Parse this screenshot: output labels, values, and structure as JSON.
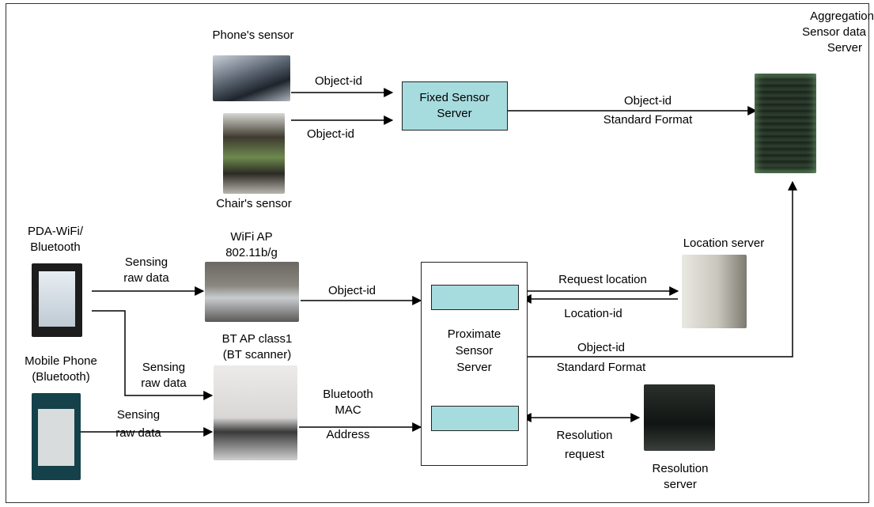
{
  "nodes": {
    "phone_sensor": "Phone's sensor",
    "chair_sensor": "Chair's sensor",
    "fixed_server": [
      "Fixed Sensor",
      "Server"
    ],
    "aggregation": [
      "Aggregation",
      "Sensor data",
      "Server"
    ],
    "pda": [
      "PDA-WiFi/",
      "Bluetooth"
    ],
    "wifi_ap": [
      "WiFi AP",
      "802.11b/g"
    ],
    "bt_ap": [
      "BT AP class1",
      "(BT scanner)"
    ],
    "mobile": [
      "Mobile Phone",
      "(Bluetooth)"
    ],
    "proximate": [
      "Proximate",
      "Sensor",
      "Server"
    ],
    "location_server": "Location server",
    "resolution_server": [
      "Resolution",
      "server"
    ]
  },
  "edges": {
    "phone_to_fixed": "Object-id",
    "chair_to_fixed": "Object-id",
    "fixed_to_agg": [
      "Object-id",
      "Standard Format"
    ],
    "pda_to_wifi": [
      "Sensing",
      "raw data"
    ],
    "pda_to_bt": [
      "Sensing",
      "raw data"
    ],
    "mobile_to_bt": [
      "Sensing",
      "raw data"
    ],
    "wifi_to_prox": "Object-id",
    "bt_to_prox": [
      "Bluetooth",
      "MAC",
      "Address"
    ],
    "request_location": "Request location",
    "location_id": "Location-id",
    "prox_to_agg": [
      "Object-id",
      "Standard Format"
    ],
    "resolution_request": [
      "Resolution",
      "request"
    ]
  },
  "colors": {
    "teal": "#a7dcdf",
    "line": "#000000"
  }
}
